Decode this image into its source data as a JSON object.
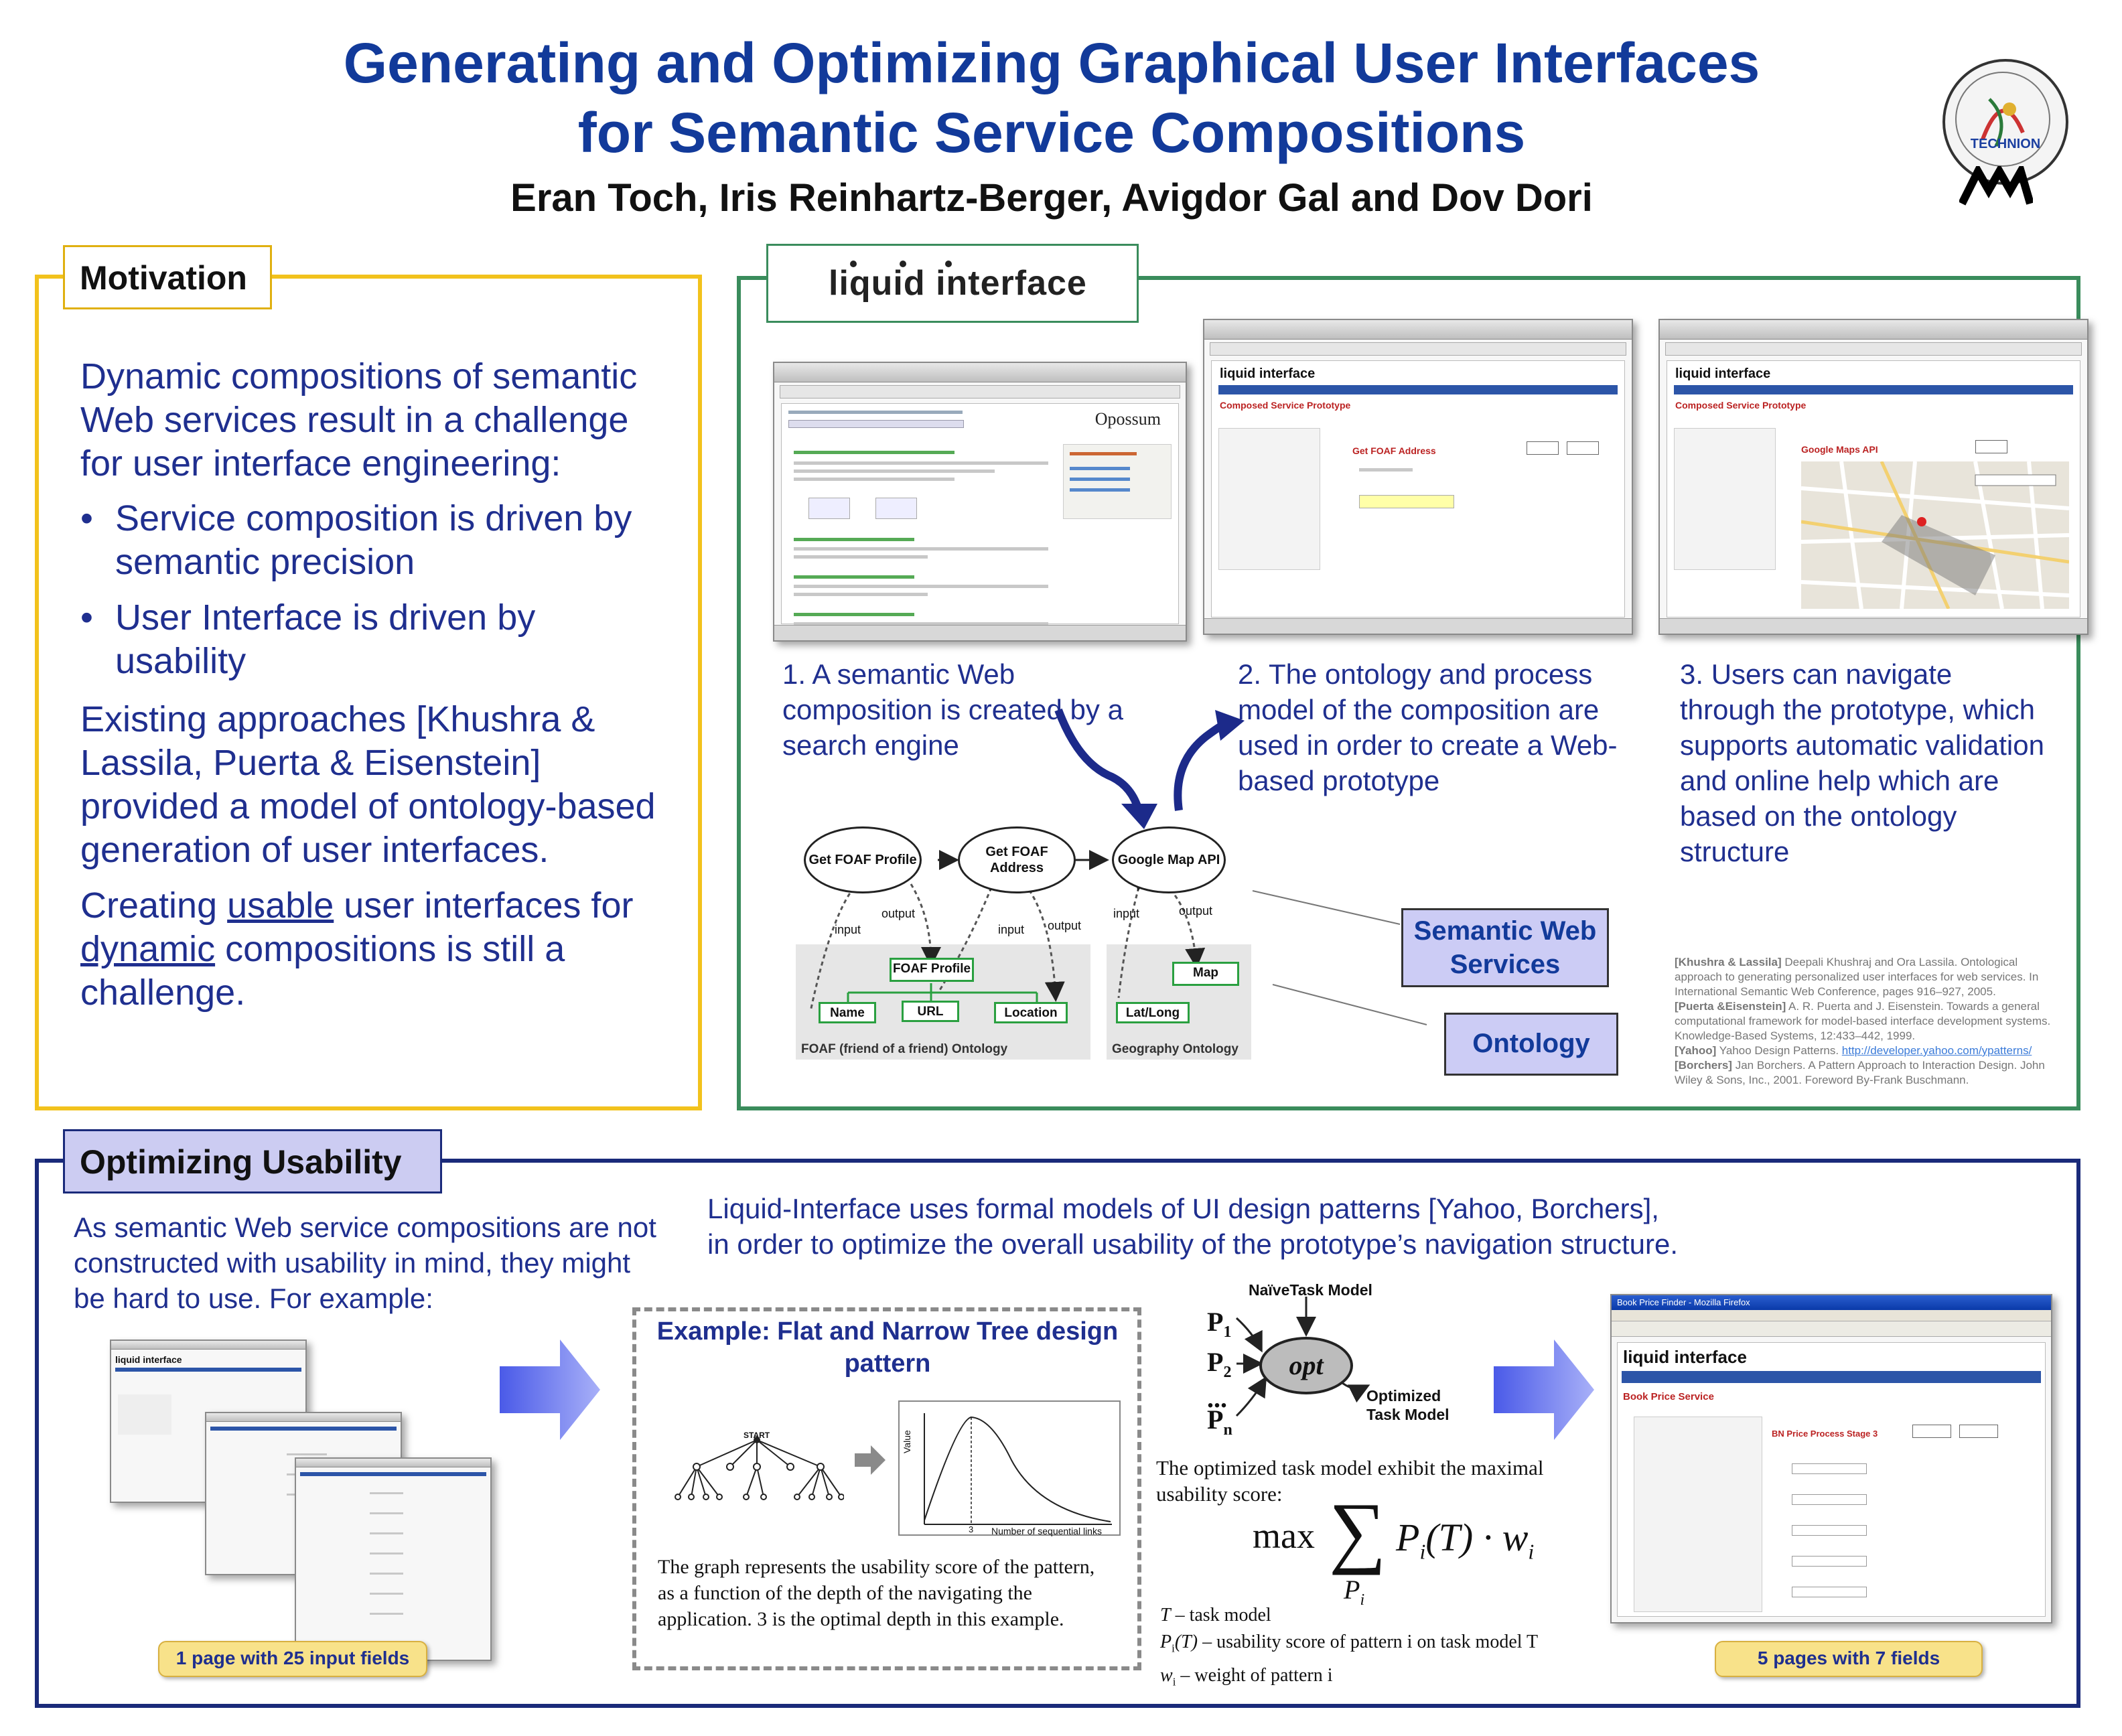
{
  "header": {
    "title_line1": "Generating and Optimizing Graphical User Interfaces",
    "title_line2": "for Semantic Service Compositions",
    "authors": "Eran Toch, Iris Reinhartz-Berger, Avigdor Gal and Dov Dori",
    "logo_text": "TECHNION"
  },
  "motivation": {
    "heading": "Motivation",
    "intro": "Dynamic compositions of semantic Web services result in a challenge for user interface engineering:",
    "bullets": [
      "Service composition is driven by semantic precision",
      "User Interface is driven by usability"
    ],
    "existing": "Existing approaches [Khushra & Lassila, Puerta & Eisenstein] provided a model of ontology-based generation of user interfaces.",
    "closing_pre": "Creating ",
    "closing_u1": "usable",
    "closing_mid": " user interfaces for ",
    "closing_u2": "dynamic",
    "closing_post": " compositions is still a challenge."
  },
  "liquid": {
    "logo": "liquid interface",
    "steps": [
      "1. A semantic Web composition is created by a search engine",
      "2. The ontology and process model of the composition are used in order to create a Web-based prototype",
      "3. Users can navigate through the prototype, which supports automatic validation and online help which are based on the ontology structure"
    ],
    "screens": {
      "opossum": "Opossum",
      "app_header": "liquid interface",
      "composed": "Composed Service Prototype",
      "foaf_address": "Get FOAF Address",
      "google_maps": "Google Maps API"
    },
    "diagram": {
      "nodes": [
        "Get FOAF Profile",
        "Get FOAF Address",
        "Google Map API"
      ],
      "input": "input",
      "output": "output",
      "foaf_boxes": [
        "FOAF Profile",
        "Name",
        "URL",
        "Location"
      ],
      "geo_boxes": [
        "Map",
        "Lat/Long"
      ],
      "foaf_caption": "FOAF (friend of a friend) Ontology",
      "geo_caption": "Geography Ontology"
    },
    "legend": {
      "services": "Semantic Web Services",
      "ontology": "Ontology"
    },
    "refs": [
      {
        "key": "[Khushra & Lassila]",
        "text": " Deepali Khushraj and Ora Lassila. Ontological approach to generating personalized user interfaces for web services. In International Semantic Web Conference, pages 916–927, 2005."
      },
      {
        "key": "[Puerta &Eisenstein]",
        "text": " A. R. Puerta and J. Eisenstein. Towards a general computational framework for model-based interface development systems. Knowledge-Based Systems, 12:433–442, 1999."
      },
      {
        "key": "[Yahoo]",
        "text": " Yahoo Design Patterns. ",
        "link": "http://developer.yahoo.com/ypatterns/"
      },
      {
        "key": "[Borchers]",
        "text": " Jan Borchers. A Pattern Approach to Interaction Design. John Wiley & Sons, Inc., 2001. Foreword By-Frank Buschmann."
      }
    ]
  },
  "usability": {
    "heading": "Optimizing Usability",
    "left_text": "As semantic Web service compositions are not constructed with usability in mind, they might be hard to use. For example:",
    "top_text_1": "Liquid-Interface uses formal models of UI design patterns [Yahoo, Borchers],",
    "top_text_2": "in order to optimize the overall usability of the prototype’s navigation structure.",
    "badge_left": "1 page with 25 input fields",
    "badge_right": "5 pages with 7 fields",
    "example_title": "Example: Flat and Narrow Tree design pattern",
    "tree_start": "START",
    "graph_ylabel": "Value",
    "graph_xlabel": "Number of sequential links",
    "graph_tick": "3",
    "example_caption": "The graph represents the usability score of the pattern, as a function of the depth of the navigating the application. 3 is the optimal depth in this example.",
    "naive_model": "NaïveTask Model",
    "optimized_model_1": "Optimized",
    "optimized_model_2": "Task Model",
    "opt": "opt",
    "p_labels": [
      "P",
      "P",
      "...",
      "P"
    ],
    "p_subs": [
      "1",
      "2",
      "",
      "n"
    ],
    "formula_intro": "The optimized task model exhibit the maximal usability score:",
    "formula_max": "max",
    "formula_body": "P",
    "formula_body_2": "(T) · w",
    "defs": [
      {
        "sym": "T",
        "text": " – task model"
      },
      {
        "sym": "P",
        "sub": "i",
        "sym2": "(T)",
        "text": " – usability score of pattern i on task model T"
      },
      {
        "sym": "w",
        "sub": "i",
        "text": " – weight of pattern i"
      }
    ],
    "result_screen": {
      "title": "Book Price Finder - Mozilla Firefox",
      "header": "liquid interface",
      "service": "Book Price Service",
      "stage": "BN Price Process Stage 3"
    }
  }
}
